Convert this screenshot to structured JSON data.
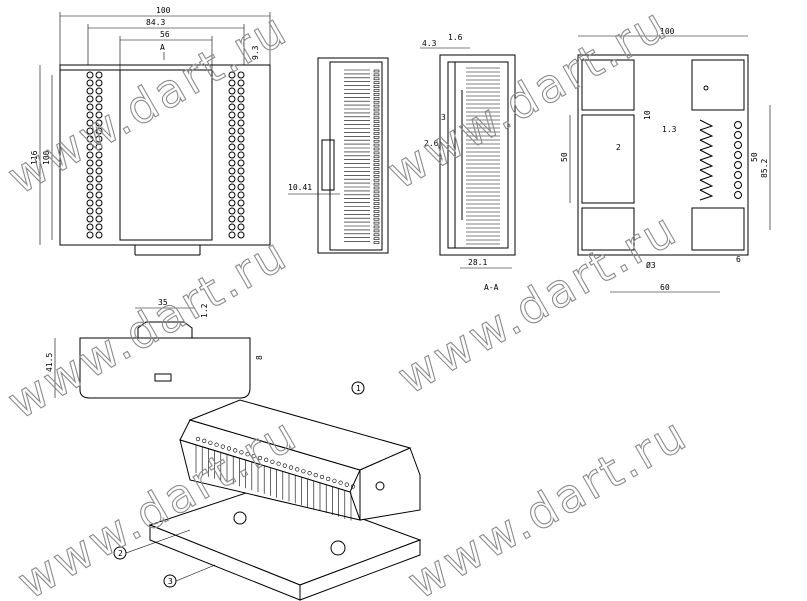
{
  "watermark": "www.dart.ru",
  "section_label": "A-A",
  "view_marker": "A",
  "front_view": {
    "d100": "100",
    "d84_3": "84.3",
    "d56": "56",
    "d9_3": "9.3",
    "d116": "116",
    "d100v": "100"
  },
  "side_view": {
    "d10_41": "10.41"
  },
  "section_view": {
    "d4_3": "4.3",
    "d1_6": "1.6",
    "d3": "3",
    "d2_6": "2.6",
    "d28_1": "28.1"
  },
  "right_view": {
    "d100": "100",
    "d10": "10",
    "d1_3": "1.3",
    "d2": "2",
    "d50l": "50",
    "d50r": "50",
    "d85_2": "85.2",
    "d6": "6",
    "d60": "60",
    "d_phi3": "Ø3"
  },
  "bottom_view": {
    "d35": "35",
    "d1_2": "1.2",
    "d41_5": "41.5",
    "d8": "8"
  },
  "callouts": [
    "1",
    "2",
    "3"
  ]
}
